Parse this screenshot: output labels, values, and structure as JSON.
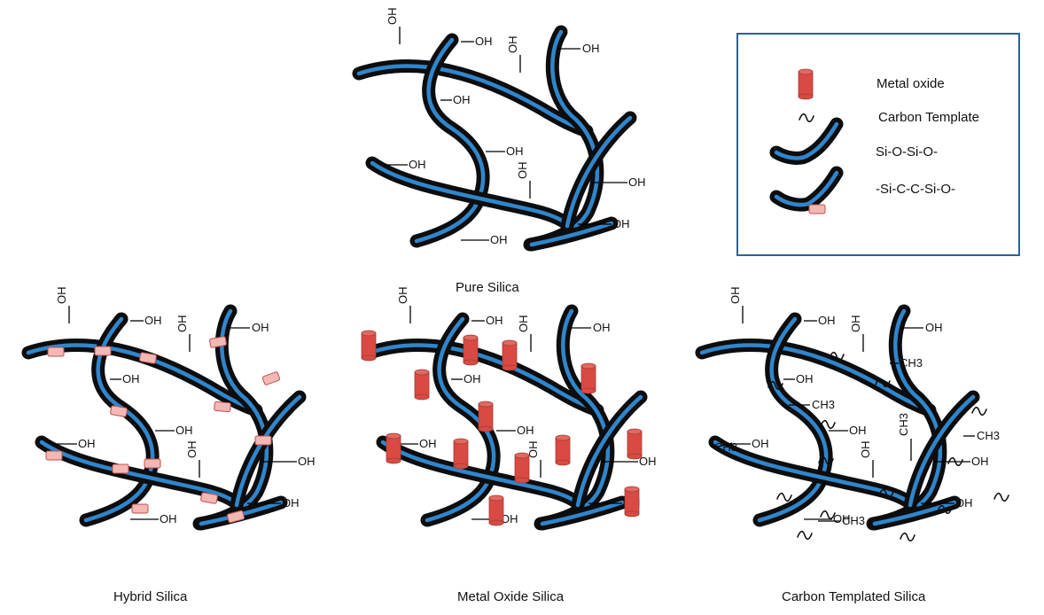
{
  "legend": {
    "metal_oxide": "Metal oxide",
    "carbon_template": "Carbon Template",
    "siloxane": "Si-O-Si-O-",
    "hybrid_bridge": "-Si-C-C-Si-O-"
  },
  "groups": {
    "hydroxyl": "OH",
    "methyl": "CH3"
  },
  "captions": {
    "pure": "Pure Silica",
    "hybrid": "Hybrid Silica",
    "metal_oxide": "Metal Oxide Silica",
    "carbon": "Carbon Templated Silica"
  },
  "colors": {
    "chain_fill": "#2f86cc",
    "chain_outline": "#0d0d0d",
    "metal_oxide": "#d94a43",
    "hybrid_bridge": "#f2b8b4",
    "legend_border": "#2a6496"
  }
}
